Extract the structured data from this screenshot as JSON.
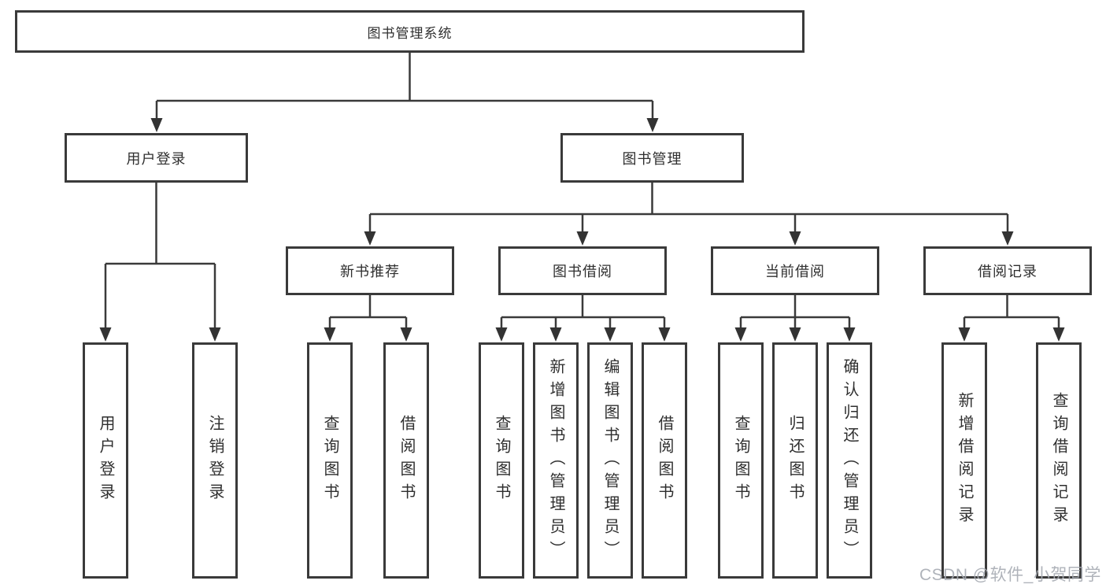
{
  "diagram": {
    "root": {
      "label": "图书管理系统"
    },
    "level1": [
      {
        "label": "用户登录"
      },
      {
        "label": "图书管理"
      }
    ],
    "level2": [
      {
        "label": "新书推荐"
      },
      {
        "label": "图书借阅"
      },
      {
        "label": "当前借阅"
      },
      {
        "label": "借阅记录"
      }
    ],
    "leaves": {
      "user_login": [
        {
          "label": "用户登录"
        },
        {
          "label": "注销登录"
        }
      ],
      "new_book_recommend": [
        {
          "label": "查询图书"
        },
        {
          "label": "借阅图书"
        }
      ],
      "book_borrow": [
        {
          "label": "查询图书"
        },
        {
          "label": "新增图书（管理员）"
        },
        {
          "label": "编辑图书（管理员）"
        },
        {
          "label": "借阅图书"
        }
      ],
      "current_borrow": [
        {
          "label": "查询图书"
        },
        {
          "label": "归还图书"
        },
        {
          "label": "确认归还（管理员）"
        }
      ],
      "borrow_records": [
        {
          "label": "新增借阅记录"
        },
        {
          "label": "查询借阅记录"
        }
      ]
    }
  },
  "watermark": {
    "text": "CSDN @软件_小贺同学"
  },
  "colors": {
    "line": "#3a3a3a",
    "border": "#3a3a3a",
    "text": "#2f2f2f",
    "background": "#ffffff",
    "watermark": "#a6abb2"
  }
}
